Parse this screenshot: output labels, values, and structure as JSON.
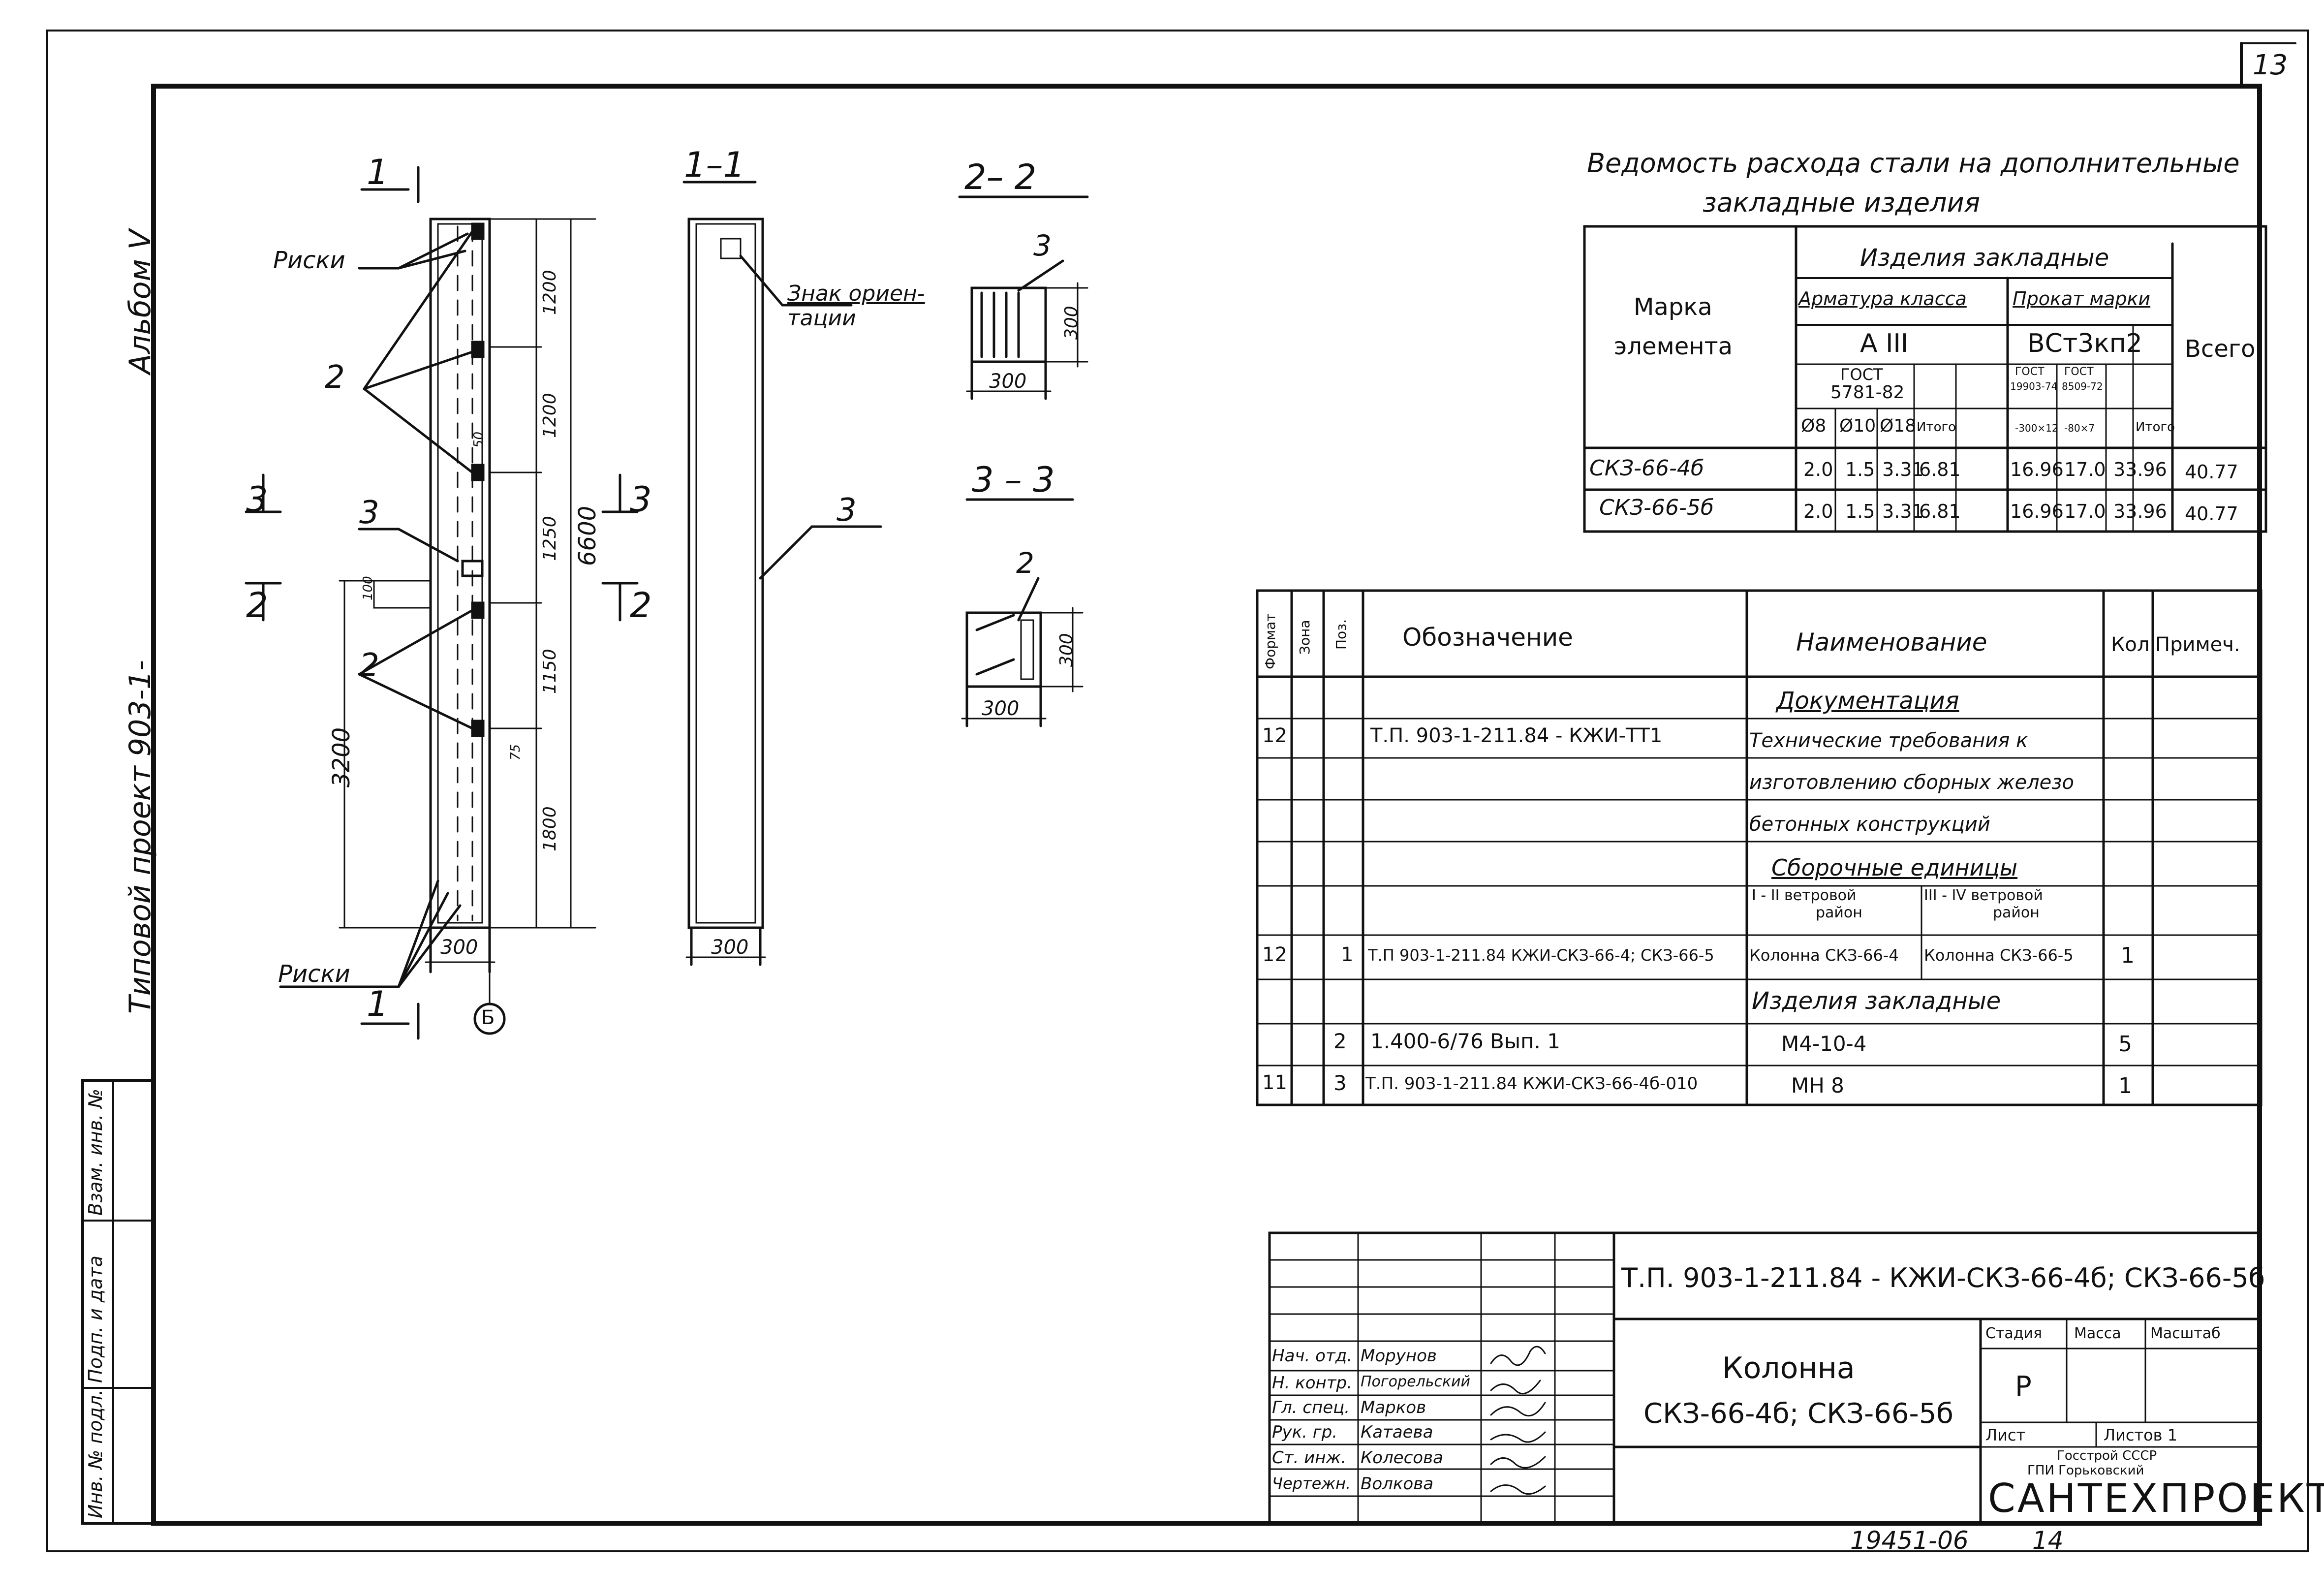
{
  "sheet": {
    "number": "13",
    "album": "Альбом V",
    "project": "Типовой проект 903-1-",
    "footer_number": "19451-06",
    "footer_page": "14"
  },
  "side_stamp": [
    "Инв. № подл.",
    "Подп. и дата",
    "Взам. инв. №"
  ],
  "views": {
    "section_1_1": "1–1",
    "section_2_2": "2– 2",
    "section_3_3": "3 – 3",
    "cut_1": "1",
    "cut_2": "2",
    "cut_3": "3",
    "riski": "Риски",
    "orient": "Знак ориен-",
    "orient2": "тации",
    "pos2": "2",
    "pos3": "3",
    "b_mark": "Б",
    "dim_300": "300",
    "dim_1200a": "1200",
    "dim_1200b": "1200",
    "dim_1250": "1250",
    "dim_1150": "1150",
    "dim_1800": "1800",
    "dim_6600": "6600",
    "dim_3200": "3200",
    "dim_50": "50",
    "dim_100": "100",
    "dim_75": "75"
  },
  "steel": {
    "title1": "Ведомость расхода стали на дополнительные",
    "title2": "закладные изделия",
    "h_mark": "Марка",
    "h_mark2": "элемента",
    "h_items": "Изделия закладные",
    "h_rebar": "Арматура класса",
    "h_rolled": "Прокат марки",
    "h_a3": "А III",
    "h_bst": "ВСт3кп2",
    "h_gost1": "ГОСТ",
    "h_gost1b": "5781-82",
    "h_gost2": "ГОСТ",
    "h_gost2b": "19903-74",
    "h_gost2c": "-300×12",
    "h_gost3": "ГОСТ",
    "h_gost3b": "8509-72",
    "h_gost3c": "-80×7",
    "h_d8": "Ø8",
    "h_d10": "Ø10",
    "h_d18": "Ø18",
    "h_sum1": "Итого",
    "h_sum2": "Итого",
    "h_total": "Всего",
    "rows": [
      {
        "mark": "СКЗ-66-4б",
        "d8": "2.0",
        "d10": "1.5",
        "d18": "3.31",
        "s1": "6.81",
        "g2": "16.96",
        "g3": "17.0",
        "s2": "33.96",
        "total": "40.77"
      },
      {
        "mark": "СКЗ-66-5б",
        "d8": "2.0",
        "d10": "1.5",
        "d18": "3.31",
        "s1": "6.81",
        "g2": "16.96",
        "g3": "17.0",
        "s2": "33.96",
        "total": "40.77"
      }
    ]
  },
  "spec": {
    "h_format": "Формат",
    "h_zone": "Зона",
    "h_pos": "Поз.",
    "h_desig": "Обозначение",
    "h_name": "Наименование",
    "h_qty": "Кол.",
    "h_note": "Примеч.",
    "doc_head": "Документация",
    "r1_fmt": "12",
    "r1_desig": "Т.П. 903-1-211.84 - КЖИ-ТТ1",
    "r1_name1": "Технические требования к",
    "r1_name2": "изготовлению сборных железо",
    "r1_name3": "бетонных конструкций",
    "asm_head": "Сборочные единицы",
    "wind1": "I - II ветровой",
    "wind1b": "район",
    "wind2": "III - IV ветровой",
    "wind2b": "район",
    "r2_fmt": "12",
    "r2_pos": "1",
    "r2_desig": "Т.П 903-1-211.84 КЖИ-СКЗ-66-4; СКЗ-66-5",
    "r2_name1": "Колонна СКЗ-66-4",
    "r2_name2": "Колонна СКЗ-66-5",
    "r2_qty": "1",
    "emb_head": "Изделия закладные",
    "r3_pos": "2",
    "r3_desig": "1.400-6/76 Вып. 1",
    "r3_name": "М4-10-4",
    "r3_qty": "5",
    "r4_fmt": "11",
    "r4_pos": "3",
    "r4_desig": "Т.П. 903-1-211.84 КЖИ-СКЗ-66-4б-010",
    "r4_name": "МН 8",
    "r4_qty": "1"
  },
  "title_block": {
    "code": "Т.П. 903-1-211.84 - КЖИ-СКЗ-66-4б; СКЗ-66-5б",
    "name1": "Колонна",
    "name2": "СКЗ-66-4б; СКЗ-66-5б",
    "stage_h": "Стадия",
    "mass_h": "Масса",
    "scale_h": "Масштаб",
    "stage": "Р",
    "sheet_h": "Лист",
    "sheets_h": "Листов 1",
    "org1": "Госстрой СССР",
    "org2": "ГПИ Горьковский",
    "org3": "САНТЕХПРОЕКТ",
    "people": [
      {
        "role": "Нач. отд.",
        "name": "Морунов"
      },
      {
        "role": "Н. контр.",
        "name": "Погорельский"
      },
      {
        "role": "Гл. спец.",
        "name": "Марков"
      },
      {
        "role": "Рук. гр.",
        "name": "Катаева"
      },
      {
        "role": "Ст. инж.",
        "name": "Колесова"
      },
      {
        "role": "Чертежн.",
        "name": "Волкова"
      }
    ]
  }
}
